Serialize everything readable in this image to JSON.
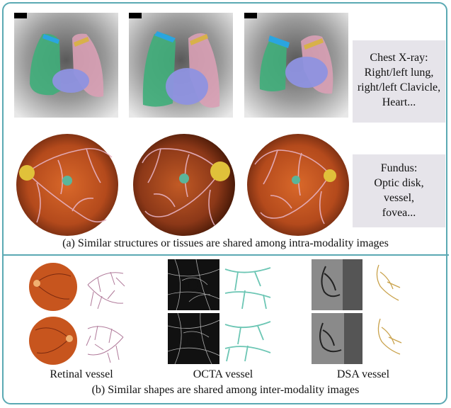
{
  "panel_a": {
    "row1_label_lines": [
      "Chest X-ray:",
      "Right/left lung,",
      "right/left Clavicle,",
      "Heart..."
    ],
    "row2_label_lines": [
      "Fundus:",
      "Optic disk,",
      "vessel,",
      "fovea..."
    ],
    "caption": "(a) Similar structures or tissues are shared among intra-modality images"
  },
  "panel_b": {
    "labels": [
      "Retinal vessel",
      "OCTA vessel",
      "DSA vessel"
    ],
    "caption": "(b) Similar shapes are shared among inter-modality images"
  },
  "colors": {
    "border": "#5aa9b3",
    "label_box": "#e6e4ea",
    "lung_right": "#3fae7a",
    "lung_left": "#d9a0b5",
    "heart": "#8e92e0",
    "clavicle_right": "#2aa5e0",
    "clavicle_left": "#d8b14a",
    "optic_disk": "#e0c13a",
    "fovea": "#5bb59a",
    "retinal_vessel_mask": "#b07a9a",
    "octa_vessel_mask": "#6cc6b4",
    "dsa_vessel_mask": "#c9a24b"
  }
}
